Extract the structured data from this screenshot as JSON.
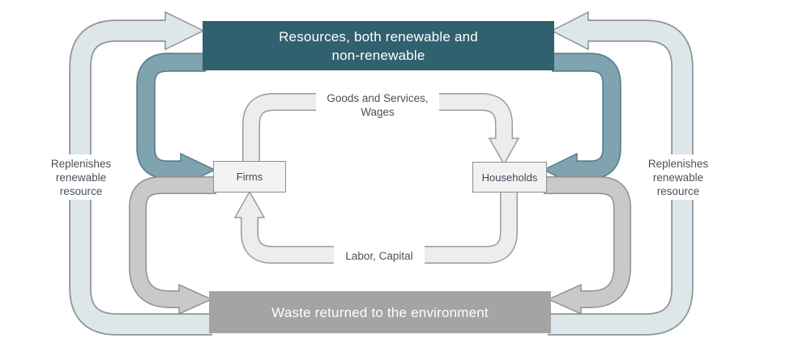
{
  "boxes": {
    "resources": {
      "line1": "Resources, both renewable and",
      "line2": "non-renewable",
      "full_label": "Resources, both renewable and non-renewable"
    },
    "waste": {
      "label": "Waste returned to the environment"
    },
    "firms": {
      "label": "Firms"
    },
    "households": {
      "label": "Households"
    }
  },
  "labels": {
    "goods_services": {
      "line1": "Goods and Services,",
      "line2": "Wages"
    },
    "labor_capital": {
      "label": "Labor, Capital"
    },
    "replenish_left": {
      "line1": "Replenishes",
      "line2": "renewable",
      "line3": "resource"
    },
    "replenish_right": {
      "line1": "Replenishes",
      "line2": "renewable",
      "line3": "resource"
    }
  },
  "flows": [
    {
      "name": "waste-to-resources-left",
      "from": "Waste returned to the environment",
      "to": "Resources, both renewable and non-renewable",
      "label": "Replenishes renewable resource",
      "style": "pale"
    },
    {
      "name": "waste-to-resources-right",
      "from": "Waste returned to the environment",
      "to": "Resources, both renewable and non-renewable",
      "label": "Replenishes renewable resource",
      "style": "pale"
    },
    {
      "name": "resources-to-firms",
      "from": "Resources, both renewable and non-renewable",
      "to": "Firms",
      "style": "teal"
    },
    {
      "name": "resources-to-households",
      "from": "Resources, both renewable and non-renewable",
      "to": "Households",
      "style": "teal"
    },
    {
      "name": "firms-to-waste",
      "from": "Firms",
      "to": "Waste returned to the environment",
      "style": "gray"
    },
    {
      "name": "households-to-waste",
      "from": "Households",
      "to": "Waste returned to the environment",
      "style": "gray"
    },
    {
      "name": "firms-to-households",
      "from": "Firms",
      "to": "Households",
      "label": "Goods and Services, Wages",
      "style": "inner"
    },
    {
      "name": "households-to-firms",
      "from": "Households",
      "to": "Firms",
      "label": "Labor, Capital",
      "style": "inner"
    }
  ],
  "colors": {
    "background": "#ffffff",
    "resources_box_bg": "#31616f",
    "waste_box_bg": "#a5a4a3",
    "node_box_bg": "#f2f2f2",
    "node_box_border": "#8d8d8d",
    "node_text": "#3e4b59",
    "box_text": "#ffffff",
    "label_text": "#4b515a",
    "pale_fill": "#dde6e9",
    "pale_border": "#8d949b",
    "teal_fill": "#7fa3af",
    "teal_border": "#587f8d",
    "gray_fill": "#c9c9c9",
    "gray_border": "#909090",
    "inner_fill": "#ededed",
    "inner_border": "#9b9b9b"
  }
}
